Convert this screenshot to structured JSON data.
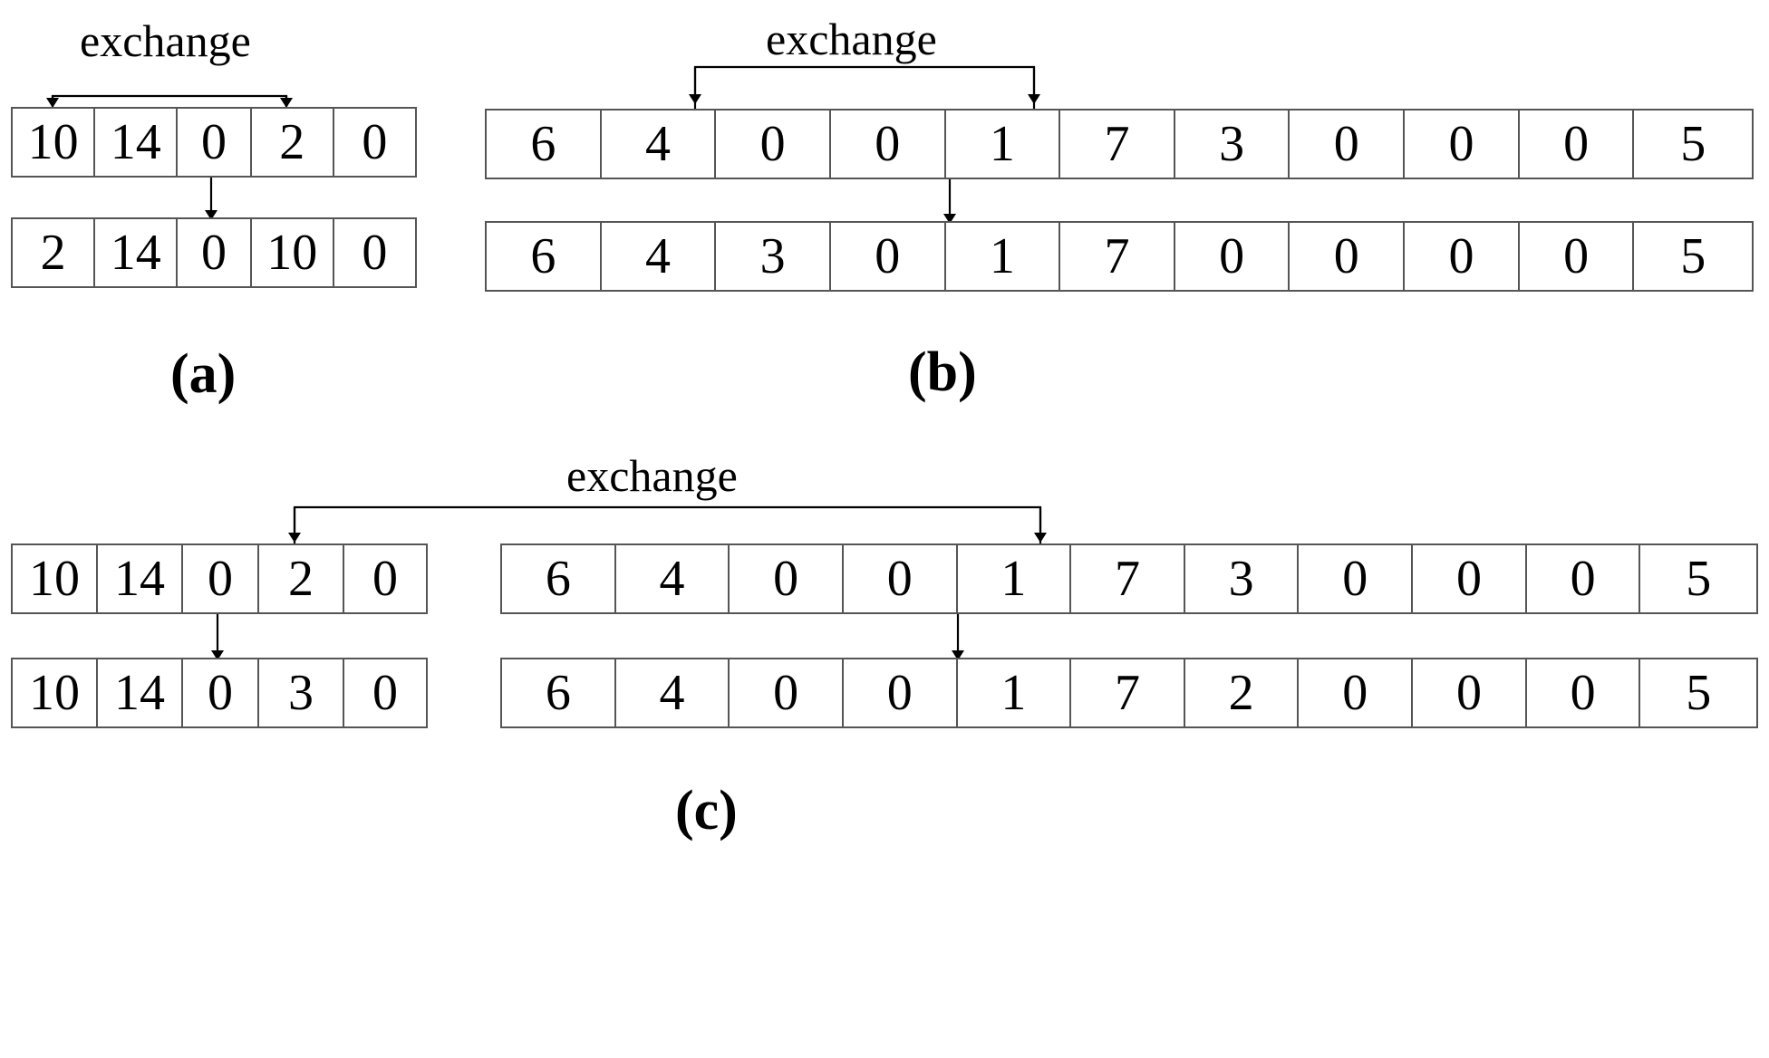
{
  "figure": {
    "caption_a": "(a)",
    "caption_b": "(b)",
    "caption_c": "(c)",
    "exchange_label": "exchange"
  },
  "panels": {
    "a": {
      "label": "(a)",
      "exchange_label": "exchange",
      "exchange_from_index": 0,
      "exchange_to_index": 3,
      "result_arrow_index": 2,
      "before": [
        "10",
        "14",
        "0",
        "2",
        "0"
      ],
      "after": [
        "2",
        "14",
        "0",
        "10",
        "0"
      ]
    },
    "b": {
      "label": "(b)",
      "exchange_label": "exchange",
      "exchange_from_index": 2,
      "exchange_to_index": 6,
      "result_arrow_index": 5,
      "before": [
        "6",
        "4",
        "0",
        "0",
        "1",
        "7",
        "3",
        "0",
        "0",
        "0",
        "5"
      ],
      "after": [
        "6",
        "4",
        "3",
        "0",
        "1",
        "7",
        "0",
        "0",
        "0",
        "0",
        "5"
      ]
    },
    "c": {
      "label": "(c)",
      "exchange_label": "exchange",
      "left_exchange_index": 3,
      "right_exchange_index": 6,
      "left_result_arrow_index": 2,
      "right_result_arrow_index": 5,
      "left_before": [
        "10",
        "14",
        "0",
        "2",
        "0"
      ],
      "left_after": [
        "10",
        "14",
        "0",
        "3",
        "0"
      ],
      "right_before": [
        "6",
        "4",
        "0",
        "0",
        "1",
        "7",
        "3",
        "0",
        "0",
        "0",
        "5"
      ],
      "right_after": [
        "6",
        "4",
        "0",
        "0",
        "1",
        "7",
        "2",
        "0",
        "0",
        "0",
        "5"
      ]
    }
  },
  "style": {
    "stroke": "#555555",
    "text_color": "#000000",
    "background": "#ffffff"
  }
}
